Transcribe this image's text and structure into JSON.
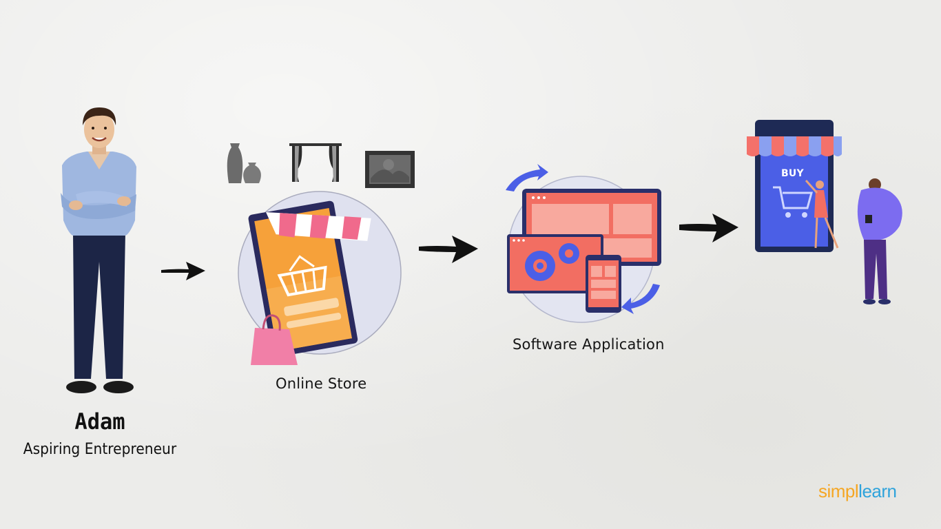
{
  "person": {
    "name": "Adam",
    "role": "Aspiring Entrepreneur"
  },
  "steps": {
    "online_store": "Online Store",
    "software_app": "Software Application",
    "buy_label": "BUY"
  },
  "brand": {
    "part1": "simpl",
    "part2": "learn"
  },
  "colors": {
    "orange": "#f6a13a",
    "pink": "#f06a8c",
    "salmon": "#f26e62",
    "blue": "#4b5fe6",
    "navy": "#1e2a55",
    "purple": "#7c6cf0"
  }
}
